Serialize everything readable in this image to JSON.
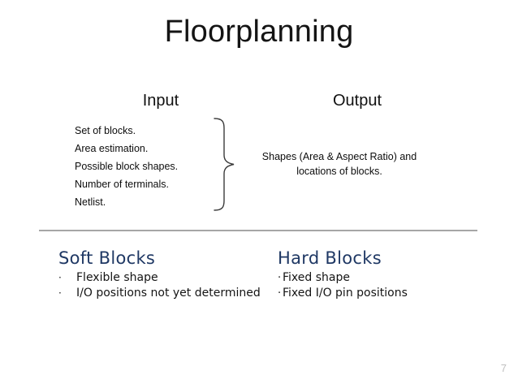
{
  "slide": {
    "title": "Floorplanning",
    "page_number": "7",
    "background_color": "#ffffff",
    "accent_color": "#1f3864",
    "divider_color": "#a6a6a6",
    "page_number_color": "#bfbfbf"
  },
  "diagram": {
    "input_header": "Input",
    "output_header": "Output",
    "input_items": [
      "Set of blocks.",
      "Area estimation.",
      "Possible block shapes.",
      "Number of terminals.",
      "Netlist."
    ],
    "brace_icon": "curly-brace-right-icon",
    "output_text_line1": "Shapes (Area & Aspect Ratio) and",
    "output_text_line2": "locations of blocks."
  },
  "soft_blocks": {
    "heading": "Soft Blocks",
    "bullet_glyph": "·",
    "items": [
      "Flexible shape",
      "I/O positions not yet determined"
    ]
  },
  "hard_blocks": {
    "heading": "Hard Blocks",
    "bullet_glyph": "·",
    "items": [
      "Fixed shape",
      "Fixed I/O pin positions"
    ]
  }
}
